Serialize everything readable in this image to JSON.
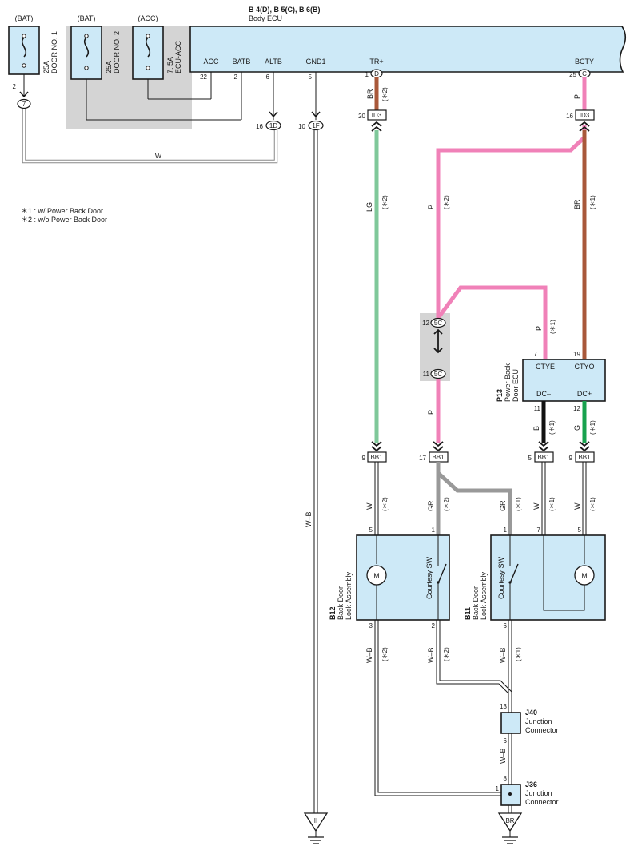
{
  "ecu": {
    "header": "B 4(D), B 5(C), B 6(B)",
    "name": "Body ECU",
    "pins": {
      "acc": "ACC",
      "batb": "BATB",
      "altb": "ALTB",
      "gnd1": "GND1",
      "trplus": "TR+",
      "bcty": "BCTY"
    },
    "pin_nums": {
      "acc": "22",
      "batb": "2",
      "altb": "6",
      "gnd1": "5",
      "trplus": "1",
      "bcty": "25"
    },
    "conn_letters": {
      "trplus": "D",
      "bcty": "C"
    }
  },
  "fuses": [
    {
      "source": "(BAT)",
      "rating": "25A",
      "name": "DOOR NO. 1"
    },
    {
      "source": "(BAT)",
      "rating": "25A",
      "name": "DOOR NO. 2"
    },
    {
      "source": "(ACC)",
      "rating": "7. 5A",
      "name": "ECU-ACC"
    }
  ],
  "notes": [
    "＊1 : w/ Power Back Door",
    "＊2 : w/o Power Back Door"
  ],
  "connectors": {
    "door1_pin": "2",
    "door1_id": "7",
    "altb_pin": "16",
    "altb_id": "1D",
    "gnd_pin": "10",
    "gnd_id": "1F",
    "id3_tr_pin": "20",
    "id3_tr_id": "ID3",
    "id3_bc_pin": "16",
    "id3_bc_id": "ID3",
    "c5_top_pin": "12",
    "c5_top_id": "5C",
    "c5_bot_pin": "11",
    "c5_bot_id": "5C",
    "bb1_a_pin": "9",
    "bb1_b_pin": "17",
    "bb1_c_pin": "5",
    "bb1_d_pin": "9",
    "bb1_id": "BB1"
  },
  "wires": {
    "w": "W",
    "wb": "W–B",
    "br": "BR",
    "lg": "LG",
    "p": "P",
    "b": "B",
    "g": "G",
    "gr": "GR",
    "s1": "(＊1)",
    "s2": "(＊2)"
  },
  "pbd_ecu": {
    "code": "P13",
    "name1": "Power Back",
    "name2": "Door ECU",
    "ctye": "CTYE",
    "ctyo": "CTYO",
    "dcm": "DC–",
    "dcp": "DC+",
    "pin_ctye": "7",
    "pin_ctyo": "19",
    "pin_dcm": "11",
    "pin_dcp": "12"
  },
  "b12": {
    "code": "B12",
    "name1": "Back Door",
    "name2": "Lock Assembly",
    "sw": "Courtesy SW",
    "motor": "M",
    "pin5": "5",
    "pin1": "1",
    "pin3": "3",
    "pin2": "2"
  },
  "b11": {
    "code": "B11",
    "name1": "Back Door",
    "name2": "Lock Assembly",
    "sw": "Courtesy SW",
    "motor": "M",
    "pin1": "1",
    "pin7": "7",
    "pin5": "5",
    "pin6": "6"
  },
  "j40": {
    "code": "J40",
    "name1": "Junction",
    "name2": "Connector",
    "pin13": "13",
    "pin6": "6"
  },
  "j36": {
    "code": "J36",
    "name1": "Junction",
    "name2": "Connector",
    "pin8": "8",
    "pin1": "1"
  },
  "grounds": {
    "g1": "II",
    "g2": "BR"
  },
  "colors": {
    "pink": "#f081b8",
    "brown": "#a9583a",
    "green_lg": "#7fc89a",
    "green_g": "#17a24e",
    "gray": "#999999",
    "black": "#111111",
    "box": "#cde9f7",
    "shade": "#d4d4d4"
  }
}
